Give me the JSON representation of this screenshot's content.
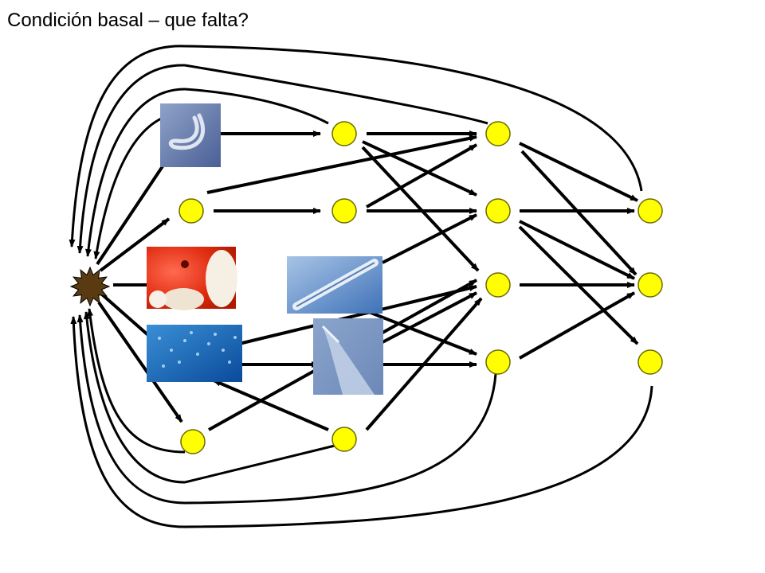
{
  "title": "Condición basal – que falta?",
  "colors": {
    "node_fill": "#ffff00",
    "node_stroke": "#666600",
    "hub_fill": "#5a3a10",
    "arrow": "#000000"
  },
  "photos": [
    {
      "name": "larva-photo",
      "depicts": "curved nematode larva"
    },
    {
      "name": "red-tissue-photo",
      "depicts": "red tissue section"
    },
    {
      "name": "nematode-head-photo",
      "depicts": "nematode head"
    },
    {
      "name": "blue-cells-photo",
      "depicts": "blue cell field"
    },
    {
      "name": "nematode-tail-photo",
      "depicts": "nematode tail"
    }
  ]
}
